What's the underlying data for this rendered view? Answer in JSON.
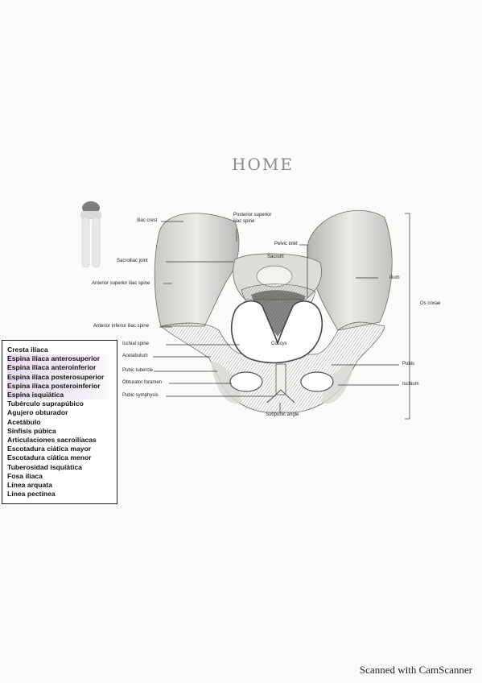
{
  "page": {
    "handwritten_title": "HOME"
  },
  "figure_labels": {
    "iliac_crest": "Iliac crest",
    "posterior_superior_iliac_spine_1": "Posterior superior",
    "posterior_superior_iliac_spine_2": "iliac spine",
    "pelvic_inlet": "Pelvic inlet",
    "sacroiliac_joint": "Sacroiliac joint",
    "sacrum": "Sacrum",
    "ilium": "Ilium",
    "anterior_superior_iliac_spine": "Anterior superior iliac spine",
    "os_coxae": "Os coxae",
    "anterior_inferior_iliac_spine": "Anterior inferior iliac spine",
    "ischial_spine": "Ischial spine",
    "coccyx": "Coccyx",
    "acetabulum": "Acetabulum",
    "pubic_tubercle": "Pubic tubercle",
    "pubis": "Pubis",
    "obturator_foramen": "Obturator foramen",
    "ischium": "Ischium",
    "pubic_symphysis": "Pubic symphysis",
    "subpubic_angle": "Subpubic angle"
  },
  "legend": {
    "items": [
      "Cresta ilíaca",
      "Espina ilíaca anterosuperior",
      "Espina ilíaca anteroinferior",
      "Espina ilíaca posterosuperior",
      "Espina ilíaca posteroinferior",
      "Espina isquiática",
      "Tubérculo suprapúbico",
      "Agujero obturador",
      "Acetábulo",
      "Sínfisis púbica",
      "Articulaciones sacroilíacas",
      "Escotadura ciática mayor",
      "Escotadura ciática menor",
      "Tuberosidad isquiática",
      "Fosa ilíaca",
      "Línea arquata",
      "Línea pectínea"
    ]
  },
  "footer": {
    "scanner_watermark": "Scanned with CamScanner"
  },
  "colors": {
    "highlight": "#e8dcef",
    "ink": "#1a1a1a"
  }
}
